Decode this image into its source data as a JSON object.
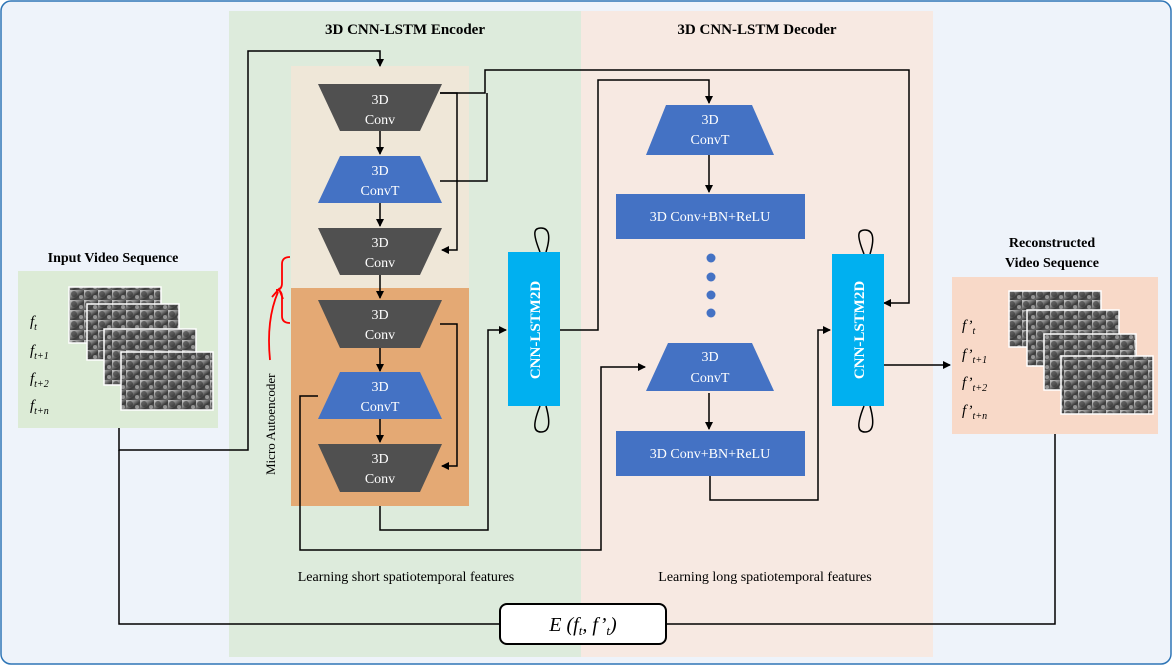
{
  "encoder": {
    "title": "3D CNN-LSTM  Encoder",
    "caption": "Learning  short  spatiotemporal  features",
    "blocks": [
      {
        "line1": "3D",
        "line2": "Conv"
      },
      {
        "line1": "3D",
        "line2": "ConvT"
      },
      {
        "line1": "3D",
        "line2": "Conv"
      },
      {
        "line1": "3D",
        "line2": "Conv"
      },
      {
        "line1": "3D",
        "line2": "ConvT"
      },
      {
        "line1": "3D",
        "line2": "Conv"
      }
    ],
    "micro_label": "Micro Autoencoder",
    "lstm_label": "CNN-LSTM2D"
  },
  "decoder": {
    "title": "3D CNN-LSTM  Decoder",
    "caption": "Learning  long  spatiotemporal  features",
    "blocks": [
      {
        "line1": "3D",
        "line2": "ConvT"
      },
      {
        "line1": "3D Conv+BN+ReLU"
      },
      {
        "line1": "3D",
        "line2": "ConvT"
      },
      {
        "line1": "3D Conv+BN+ReLU"
      }
    ],
    "lstm_label": "CNN-LSTM2D"
  },
  "input": {
    "title": "Input  Video Sequence",
    "frames": [
      {
        "base": "f",
        "sub": "t"
      },
      {
        "base": "f",
        "sub": "t+1"
      },
      {
        "base": "f",
        "sub": "t+2"
      },
      {
        "base": "f",
        "sub": "t+n"
      }
    ]
  },
  "output": {
    "title_line1": "Reconstructed",
    "title_line2": "Video Sequence",
    "frames": [
      {
        "base": "f’",
        "sub": "t"
      },
      {
        "base": "f’",
        "sub": "t+1"
      },
      {
        "base": "f’",
        "sub": "t+2"
      },
      {
        "base": "f’",
        "sub": "t+n"
      }
    ]
  },
  "loss": {
    "E": "E",
    "open": "(",
    "f": "f",
    "sub1": "t",
    "sep": ",  ",
    "fp": "f’",
    "sub2": "t",
    "close": ")"
  },
  "colors": {
    "border": "#2E75B6",
    "encoder_bg": "#DDEBDC",
    "decoder_bg": "#F7E9E2",
    "inner_beige": "#EFE7D8",
    "inner_orange": "#E4A974",
    "dark_block": "#505050",
    "blue_block": "#4472C4",
    "cyan_block": "#00B0F0",
    "input_bg": "#DCEBD6",
    "output_bg": "#F8D9C8",
    "brace": "#FF0000"
  }
}
